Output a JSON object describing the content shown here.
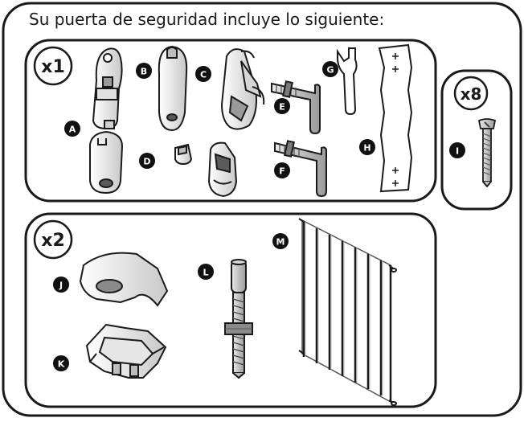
{
  "title": "Su puerta de seguridad incluye lo siguiente:",
  "groups": {
    "g1": {
      "qty": "x1"
    },
    "g8": {
      "qty": "x8"
    },
    "g2": {
      "qty": "x2"
    }
  },
  "parts": {
    "A": "A",
    "B": "B",
    "C": "C",
    "D": "D",
    "E": "E",
    "F": "F",
    "G": "G",
    "H": "H",
    "I": "I",
    "J": "J",
    "K": "K",
    "L": "L",
    "M": "M"
  },
  "colors": {
    "stroke": "#1a1a1a",
    "fill": "#ffffff",
    "shade": "#bdbdbd",
    "badge": "#111111"
  }
}
